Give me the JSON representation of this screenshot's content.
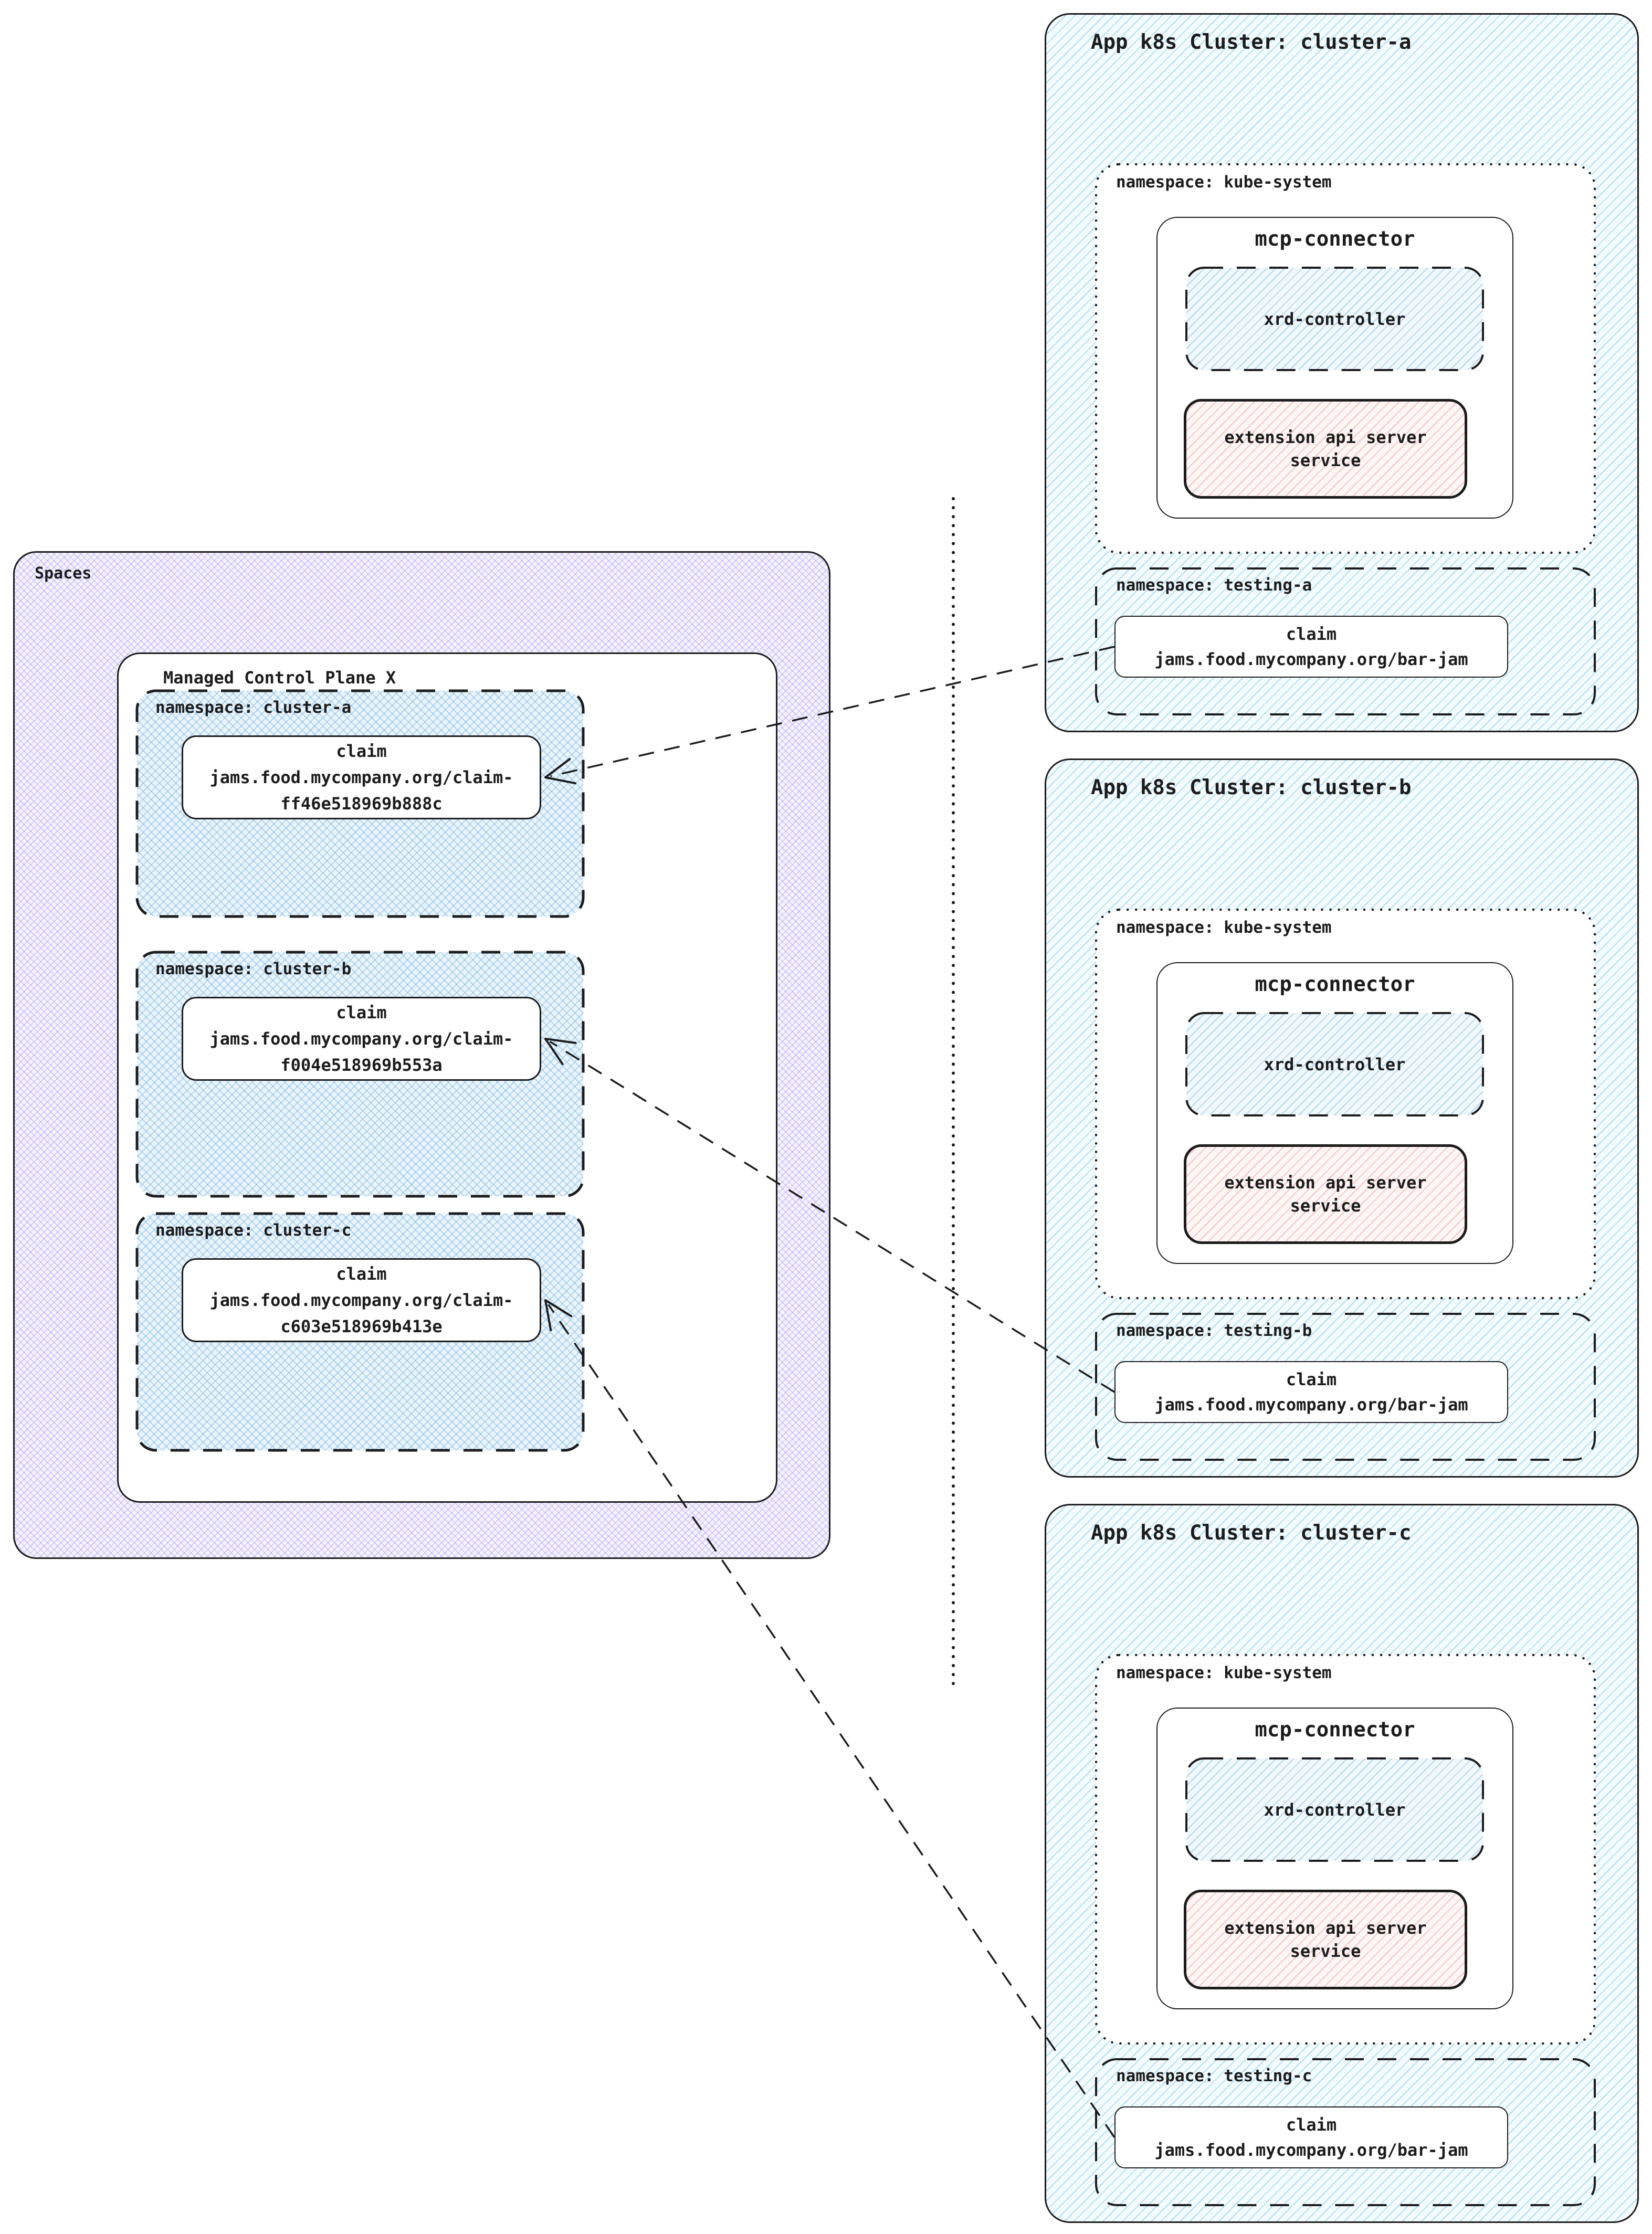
{
  "colors": {
    "ink": "#1c1c1c",
    "cluster_hatch": "#6ec3e6",
    "left_namespace_hatch": "#69aadc",
    "spaces_hatch": "#8c78eb",
    "xrd_hatch": "#6eafdc",
    "extension_hatch": "#e68c82"
  },
  "spaces": {
    "label": "Spaces",
    "control_plane": {
      "label": "Managed Control Plane X",
      "namespaces": [
        {
          "label": "namespace: cluster-a",
          "claim_lines": [
            "claim",
            "jams.food.mycompany.org/claim-",
            "ff46e518969b888c"
          ]
        },
        {
          "label": "namespace: cluster-b",
          "claim_lines": [
            "claim",
            "jams.food.mycompany.org/claim-",
            "f004e518969b553a"
          ]
        },
        {
          "label": "namespace: cluster-c",
          "claim_lines": [
            "claim",
            "jams.food.mycompany.org/claim-",
            "c603e518969b413e"
          ]
        }
      ]
    }
  },
  "clusters": [
    {
      "title": "App k8s Cluster: cluster-a",
      "kube_system": {
        "label": "namespace: kube-system",
        "mcp_connector": {
          "title": "mcp-connector",
          "xrd_controller": "xrd-controller",
          "extension_api_lines": [
            "extension api server",
            "service"
          ]
        }
      },
      "testing": {
        "label": "namespace: testing-a",
        "claim_lines": [
          "claim",
          "jams.food.mycompany.org/bar-jam"
        ]
      }
    },
    {
      "title": "App k8s Cluster: cluster-b",
      "kube_system": {
        "label": "namespace: kube-system",
        "mcp_connector": {
          "title": "mcp-connector",
          "xrd_controller": "xrd-controller",
          "extension_api_lines": [
            "extension api server",
            "service"
          ]
        }
      },
      "testing": {
        "label": "namespace: testing-b",
        "claim_lines": [
          "claim",
          "jams.food.mycompany.org/bar-jam"
        ]
      }
    },
    {
      "title": "App k8s Cluster: cluster-c",
      "kube_system": {
        "label": "namespace: kube-system",
        "mcp_connector": {
          "title": "mcp-connector",
          "xrd_controller": "xrd-controller",
          "extension_api_lines": [
            "extension api server",
            "service"
          ]
        }
      },
      "testing": {
        "label": "namespace: testing-c",
        "claim_lines": [
          "claim",
          "jams.food.mycompany.org/bar-jam"
        ]
      }
    }
  ],
  "connections": [
    {
      "from": "source-claim-0",
      "to": "target-claim-0"
    },
    {
      "from": "source-claim-1",
      "to": "target-claim-1"
    },
    {
      "from": "source-claim-2",
      "to": "target-claim-2"
    }
  ]
}
